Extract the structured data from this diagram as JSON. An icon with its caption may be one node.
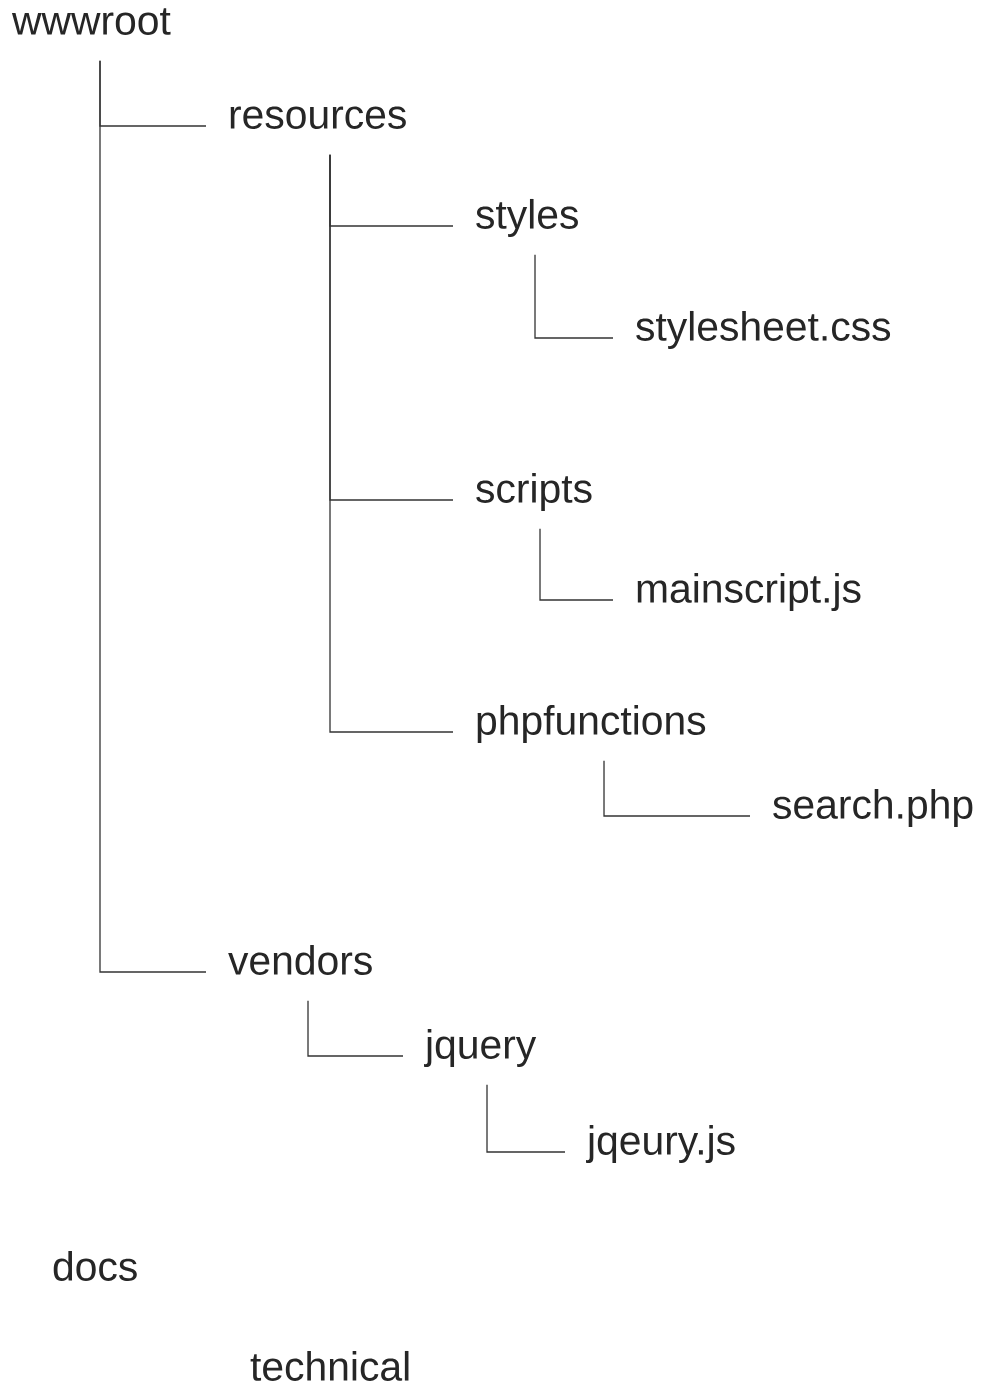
{
  "diagram": {
    "nodes": [
      {
        "text": [
          "wwwroot"
        ]
      },
      {
        "text": [
          "resources"
        ]
      },
      {
        "text": [
          "styles"
        ]
      },
      {
        "text": [
          "stylesheet.css"
        ]
      },
      {
        "text": [
          "scripts"
        ]
      },
      {
        "text": [
          "mainscript.js"
        ]
      },
      {
        "text": [
          "phpfunctions"
        ]
      },
      {
        "text": [
          "search.php"
        ]
      },
      {
        "text": [
          "vendors"
        ]
      },
      {
        "text": [
          "jquery"
        ]
      },
      {
        "text": [
          "jqeury.js"
        ]
      }
    ],
    "edges": [
      {
        "from": 0,
        "to": 1,
        "arrow": "none"
      },
      {
        "from": 1,
        "to": 2,
        "arrow": "none"
      },
      {
        "from": 2,
        "to": 3,
        "arrow": "none"
      },
      {
        "from": 1,
        "to": 4,
        "arrow": "none"
      },
      {
        "from": 4,
        "to": 5,
        "arrow": "none"
      },
      {
        "from": 1,
        "to": 6,
        "arrow": "none"
      },
      {
        "from": 6,
        "to": 7,
        "arrow": "none"
      },
      {
        "from": 0,
        "to": 8,
        "arrow": "none"
      },
      {
        "from": 8,
        "to": 9,
        "arrow": "none"
      },
      {
        "from": 9,
        "to": 10,
        "arrow": "none"
      }
    ],
    "labels": [
      "docs",
      "technical"
    ]
  }
}
